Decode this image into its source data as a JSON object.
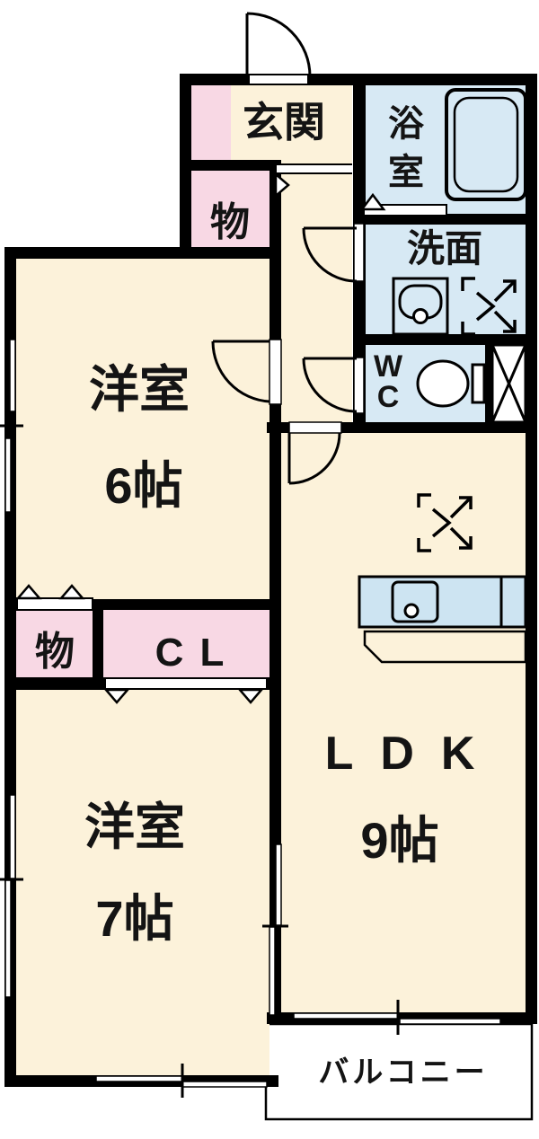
{
  "floor_plan": {
    "rooms": {
      "genkan": {
        "label": "玄関"
      },
      "bathroom": {
        "label": "浴室",
        "chars": [
          "浴",
          "室"
        ]
      },
      "washroom": {
        "label": "洗面"
      },
      "wc": {
        "label": "WC",
        "chars": [
          "W",
          "C"
        ]
      },
      "storage_upper": {
        "label": "物"
      },
      "western_room_6": {
        "name": "洋室",
        "size": "6帖"
      },
      "storage_middle": {
        "label": "物"
      },
      "closet": {
        "label": "CL"
      },
      "western_room_7": {
        "name": "洋室",
        "size": "7帖"
      },
      "ldk": {
        "name": "LDK",
        "size": "9帖"
      },
      "balcony": {
        "label": "バルコニー"
      }
    },
    "colors": {
      "wall": "#000000",
      "floor_cream": "#FCF2DA",
      "floor_pink": "#F8D8E4",
      "floor_blue": "#D7E9F4",
      "kitchen_counter_blue": "#CDE4F2",
      "text": "#141414"
    }
  }
}
